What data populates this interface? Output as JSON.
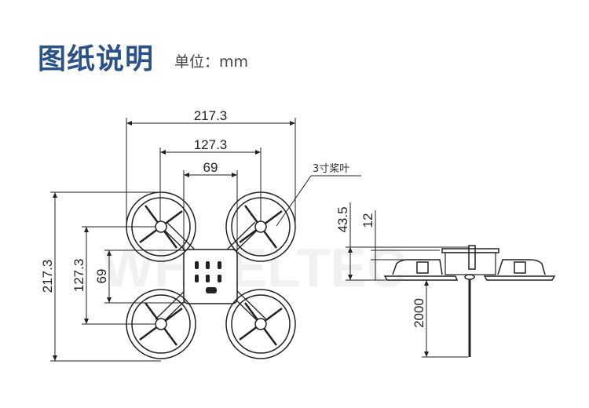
{
  "header": {
    "title": "图纸说明",
    "unit_label": "单位：mm"
  },
  "top_view": {
    "dims": {
      "overall_width": "217.3",
      "motor_spacing_width": "127.3",
      "inner_width": "69",
      "overall_height": "217.3",
      "motor_spacing_height": "127.3",
      "inner_height": "69"
    }
  },
  "side_view": {
    "callout": "3寸桨叶",
    "dims": {
      "total_height": "43.5",
      "plate_height": "12",
      "cable_length": "2000"
    }
  },
  "colors": {
    "title": "#2b5288",
    "line": "#222222"
  }
}
